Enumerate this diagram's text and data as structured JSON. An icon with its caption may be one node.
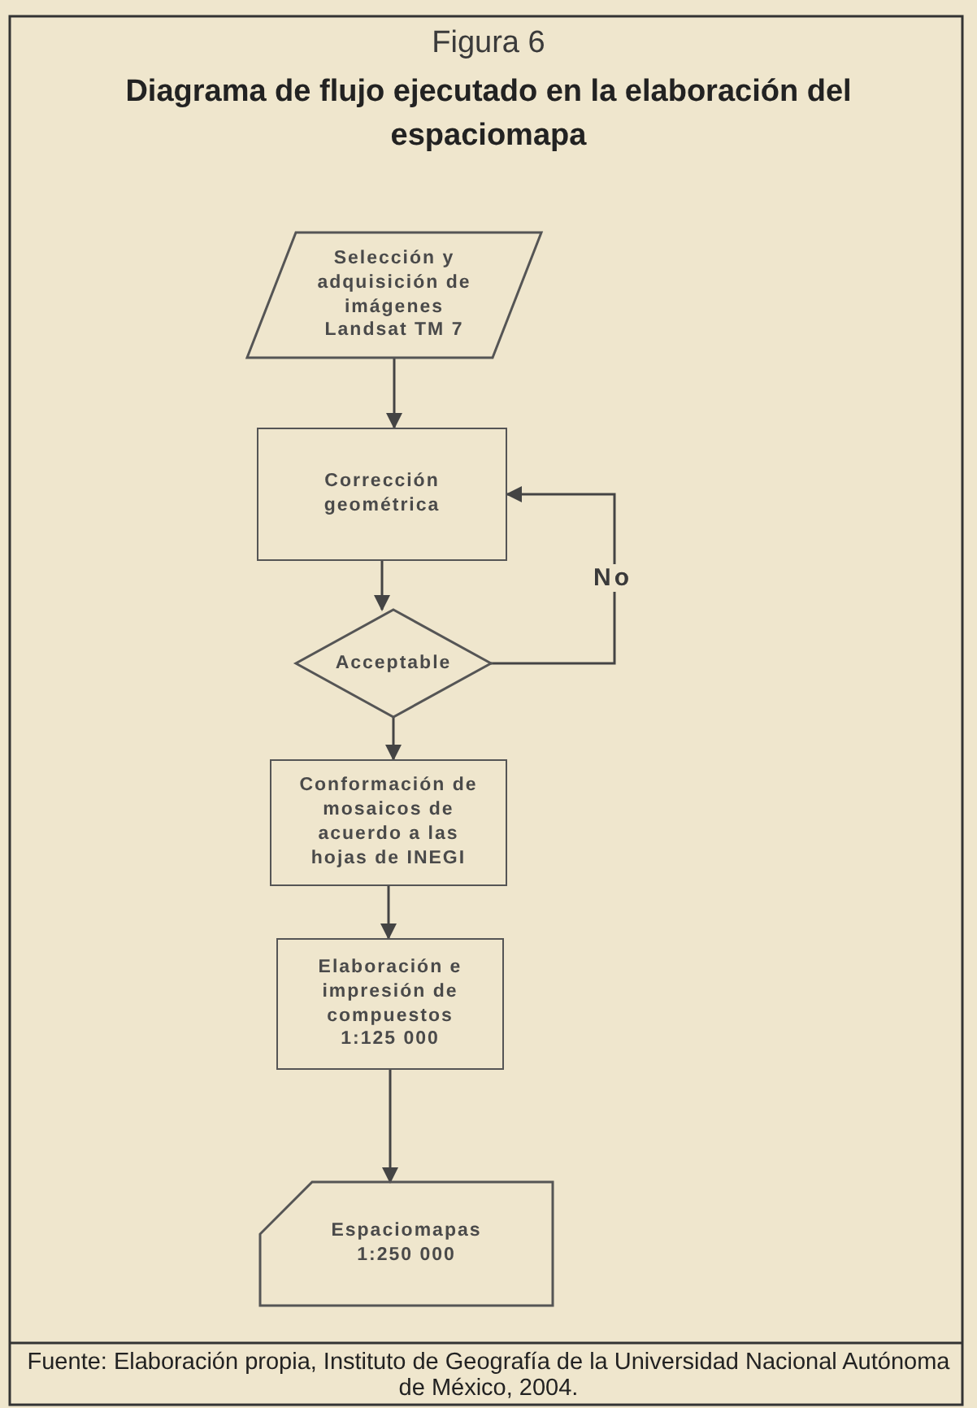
{
  "diagram": {
    "title": "Diagrama de flujo ejecutado en la elaboración del espaciomapa",
    "caption": "Fuente: Elaboración propia, Instituto de Geografía de la Universidad Nacional Autónoma de México, 2004.",
    "nodes": [
      {
        "text": [
          "Selección y adquisición de imágenes Landsat TM 7"
        ]
      },
      {
        "text": [
          "Corrección geométrica"
        ]
      },
      {
        "text": [
          "Acceptable"
        ]
      },
      {
        "text": [
          "Conformación de mosaicos de acuerdo a las hojas de INEGI"
        ]
      },
      {
        "text": [
          "Elaboración e impresión de compuestos 1:125 000"
        ]
      },
      {
        "text": [
          "Espaciomapas 1:250 000"
        ]
      }
    ],
    "edges": [
      {
        "from": 0,
        "to": 1,
        "arrow": "to"
      },
      {
        "from": 1,
        "to": 2,
        "arrow": "to"
      },
      {
        "from": 2,
        "to": 1,
        "arrow": "to",
        "label": "No"
      },
      {
        "from": 2,
        "to": 3,
        "arrow": "to"
      },
      {
        "from": 3,
        "to": 4,
        "arrow": "to"
      },
      {
        "from": 4,
        "to": 5,
        "arrow": "to"
      }
    ],
    "labels": [
      "Figura 6"
    ]
  }
}
